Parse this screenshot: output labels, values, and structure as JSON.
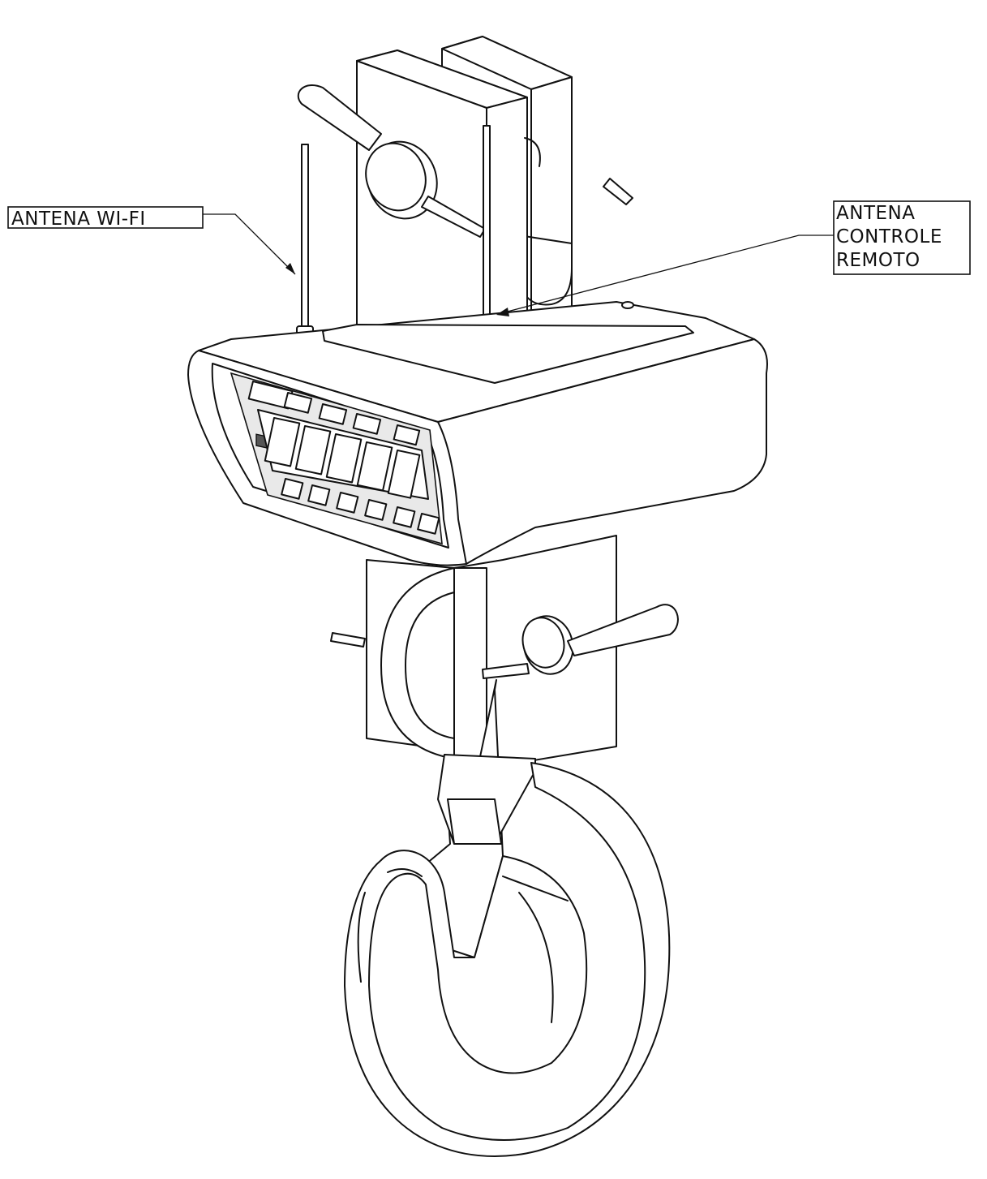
{
  "callouts": {
    "wifi_antenna": "ANTENA WI-FI",
    "remote_antenna_line1": "ANTENA",
    "remote_antenna_line2": "CONTROLE",
    "remote_antenna_line3": "REMOTO"
  },
  "colors": {
    "line": "#111111",
    "background": "#ffffff",
    "shading": "#e9e9e9"
  }
}
